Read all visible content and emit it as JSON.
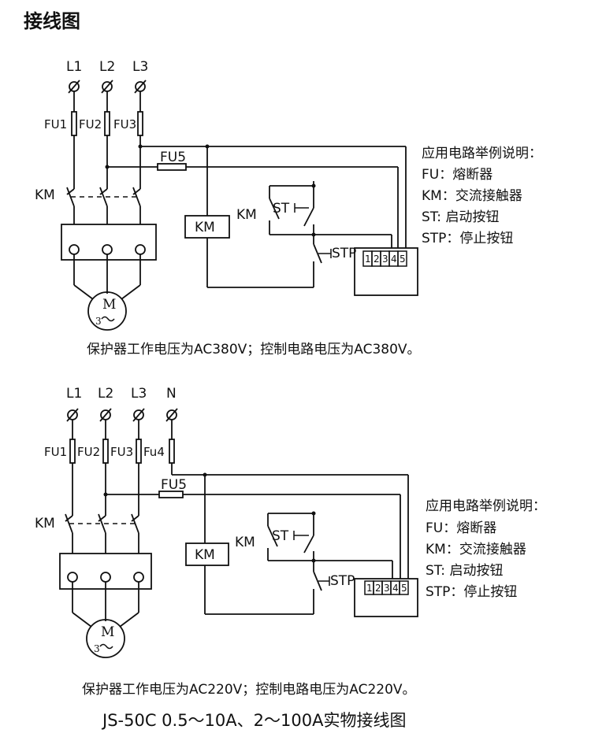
{
  "title": "接线图",
  "diagram1": {
    "phases": [
      "L1",
      "L2",
      "L3"
    ],
    "fuses": [
      "FU1",
      "FU2",
      "FU3"
    ],
    "fu5": "FU5",
    "km": "KM",
    "km_box": "KM",
    "st": "ST",
    "stp": "STP",
    "terminals": [
      "1",
      "2",
      "3",
      "4",
      "5"
    ],
    "motor": "M",
    "motor_sub": "3",
    "notes": {
      "title": "应用电路举例说明：",
      "fu": "FU：熔断器",
      "km": "KM：交流接触器",
      "st": "ST: 启动按钮",
      "stp": "STP：停止按钮"
    },
    "caption": "保护器工作电压为AC380V；控制电路电压为AC380V。"
  },
  "diagram2": {
    "phases": [
      "L1",
      "L2",
      "L3",
      "N"
    ],
    "fuses": [
      "FU1",
      "FU2",
      "FU3",
      "Fu4"
    ],
    "fu5": "FU5",
    "km": "KM",
    "km_box": "KM",
    "st": "ST",
    "stp": "STP",
    "terminals": [
      "1",
      "2",
      "3",
      "4",
      "5"
    ],
    "motor": "M",
    "motor_sub": "3",
    "notes": {
      "title": "应用电路举例说明：",
      "fu": "FU：熔断器",
      "km": "KM：交流接触器",
      "st": "ST: 启动按钮",
      "stp": "STP：停止按钮"
    },
    "caption": "保护器工作电压为AC220V；控制电路电压为AC220V。"
  },
  "bottom_caption": "JS-50C  0.5～10A、2～100A实物接线图"
}
